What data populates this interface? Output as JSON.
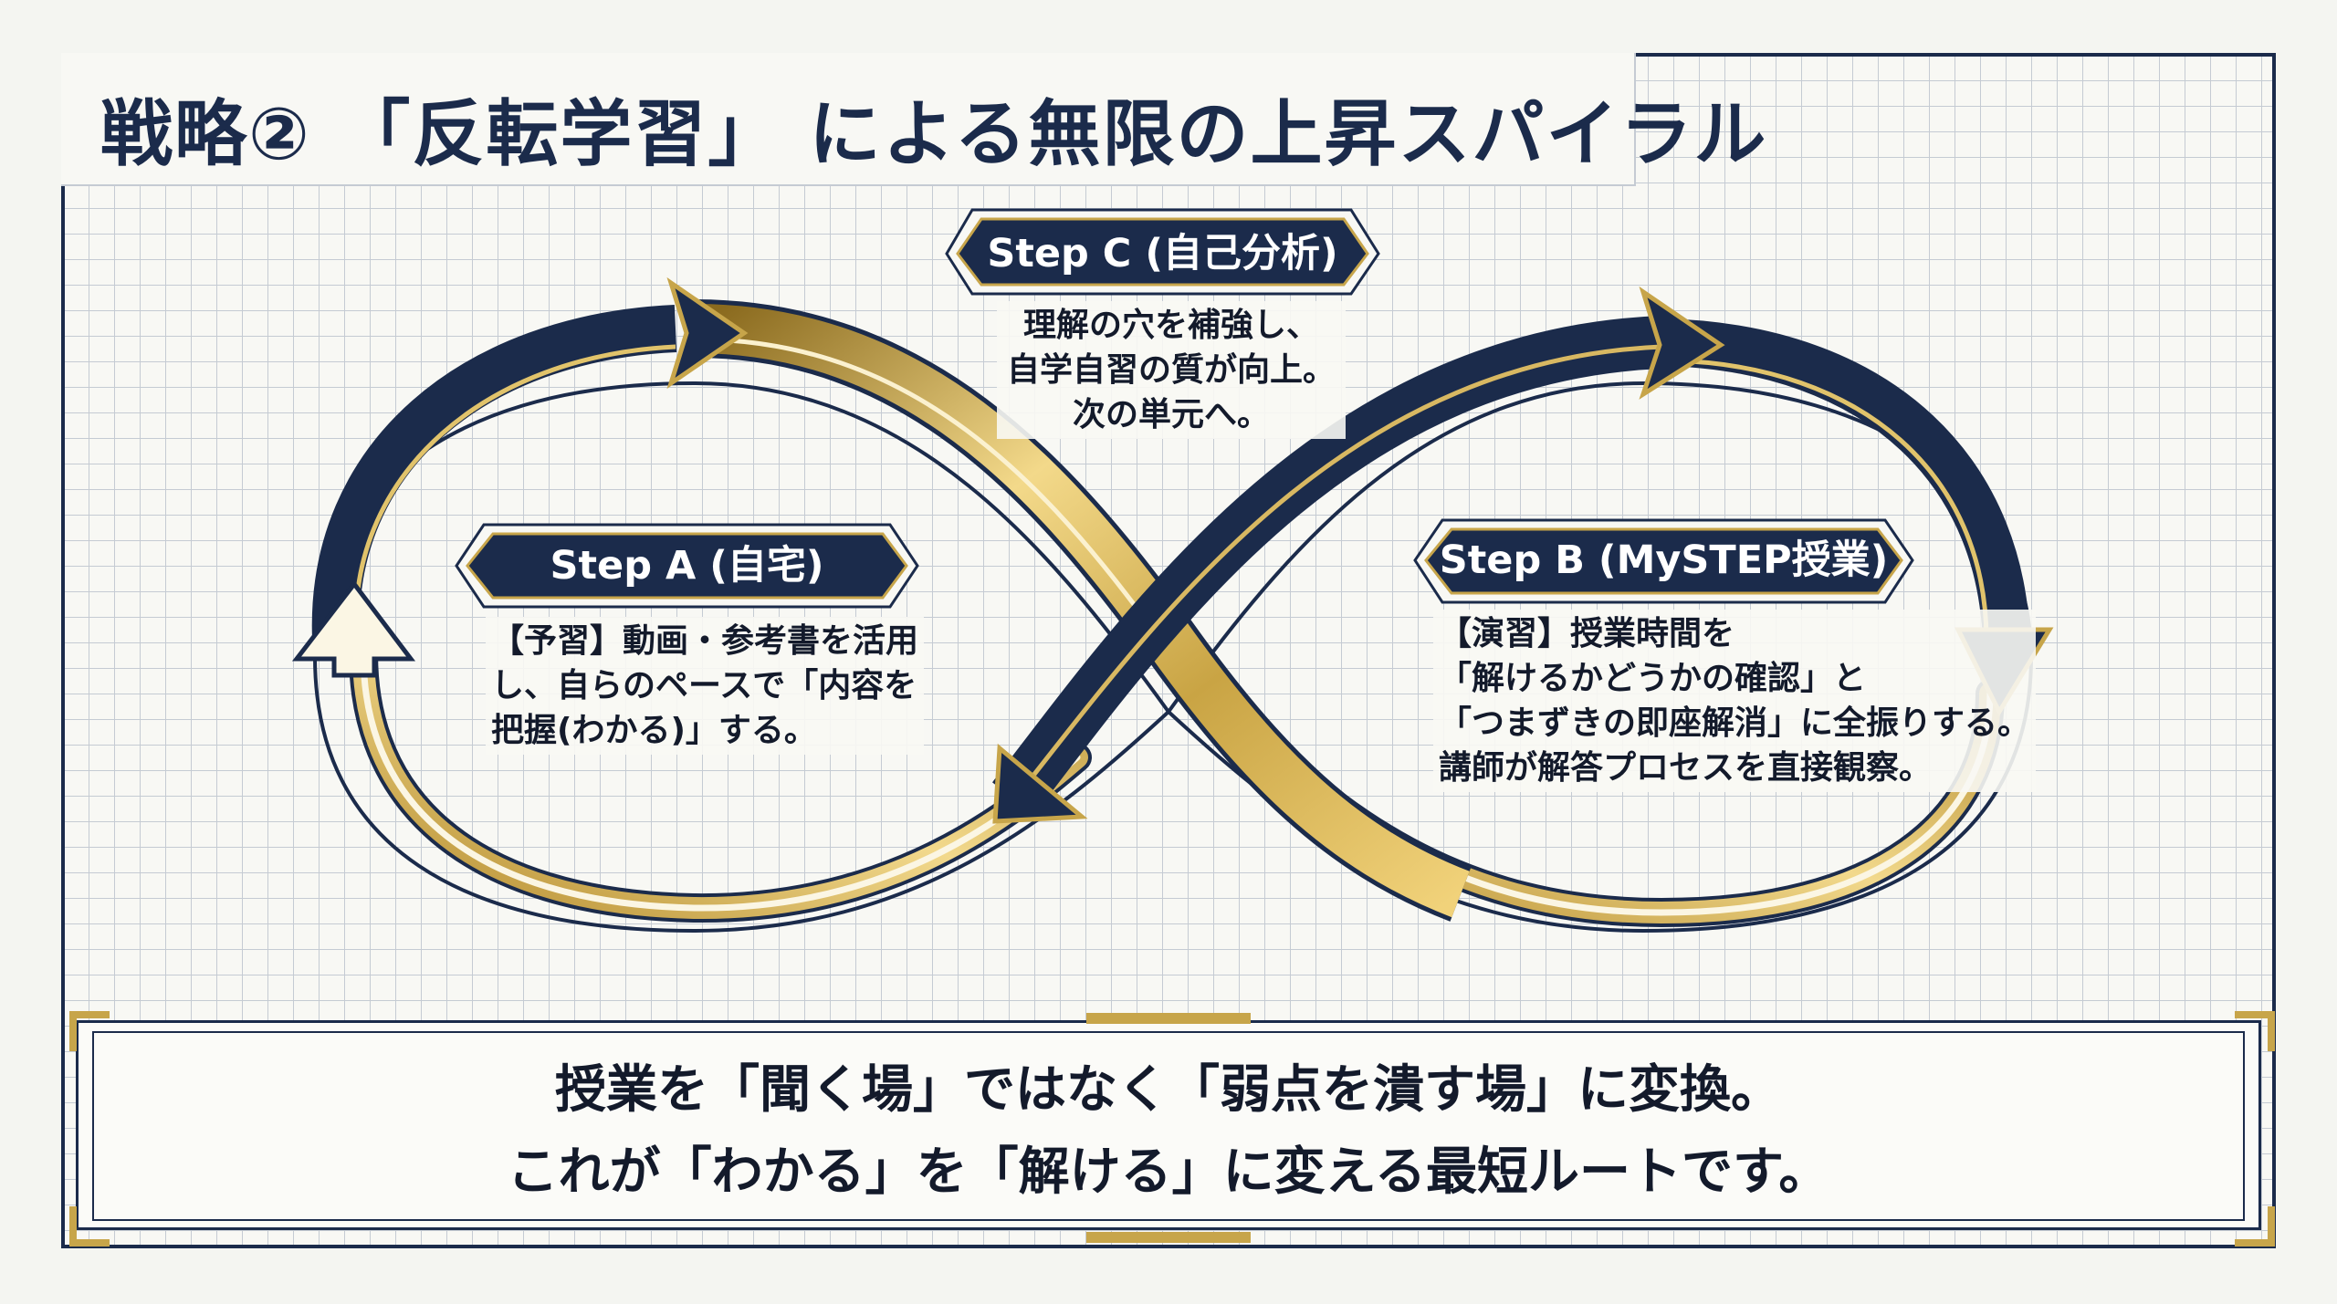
{
  "title": "戦略② 「反転学習」 による無限の上昇スパイラル",
  "steps": {
    "c": {
      "label": "Step C (自己分析)",
      "lines": [
        "理解の穴を補強し、",
        "自学自習の質が向上。",
        "次の単元へ。"
      ]
    },
    "a": {
      "label": "Step A (自宅)",
      "lines": [
        "【予習】動画・参考書を活用",
        "し、自らのペースで「内容を",
        "把握(わかる)」する。"
      ]
    },
    "b": {
      "label": "Step B (MySTEP授業)",
      "lines": [
        "【演習】授業時間を",
        "「解けるかどうかの確認」と",
        "「つまずきの即座解消」に全振りする。",
        "講師が解答プロセスを直接観察。"
      ]
    }
  },
  "conclusion": {
    "line1": "授業を「聞く場」ではなく「弱点を潰す場」に変換。",
    "line2": "これが「わかる」を「解ける」に変える最短ルートです。"
  },
  "colors": {
    "navy": "#1b2b4b",
    "gold": "#c7a54a",
    "grid": "#c5cbd3"
  },
  "icons": [
    "arrow-head-icon"
  ]
}
